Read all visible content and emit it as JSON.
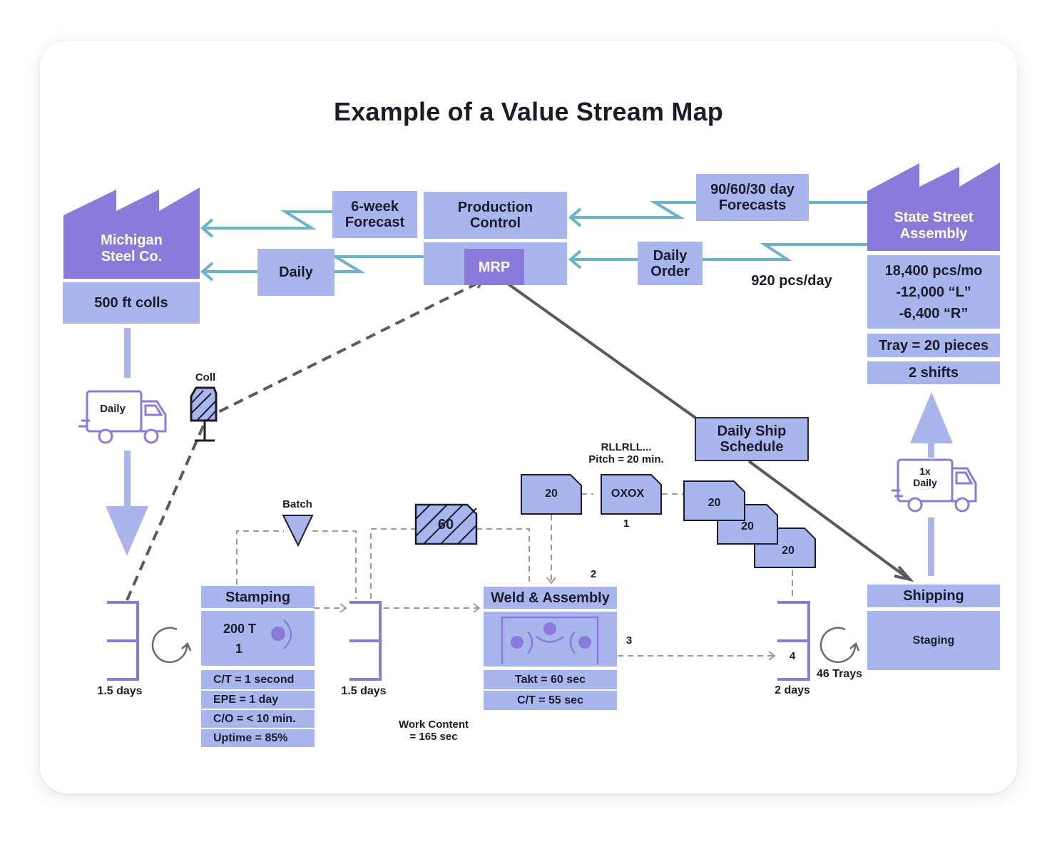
{
  "title": "Example of a Value Stream Map",
  "colors": {
    "box_fill": "#a9b6ee",
    "factory_fill": "#8a7bdb",
    "info_arrow": "#6ab4c8",
    "push_arrow": "#a9b6ee",
    "bracket": "#8a7bdb",
    "dark_line": "#5a5a5a"
  },
  "supplier": {
    "name_line1": "Michigan",
    "name_line2": "Steel Co.",
    "data": "500 ft colls"
  },
  "customer": {
    "name_line1": "State Street",
    "name_line2": "Assembly",
    "demand_1": "18,400 pcs/mo",
    "demand_2": "-12,000 “L”",
    "demand_3": "-6,400 “R”",
    "tray": "Tray = 20 pieces",
    "shifts": "2 shifts"
  },
  "production_control": {
    "label_line1": "Production",
    "label_line2": "Control",
    "mrp": "MRP"
  },
  "info_flows": {
    "six_week_line1": "6-week",
    "six_week_line2": "Forecast",
    "daily": "Daily",
    "forecasts_line1": "90/60/30 day",
    "forecasts_line2": "Forecasts",
    "daily_order_line1": "Daily",
    "daily_order_line2": "Order",
    "rate": "920 pcs/day",
    "ship_schedule_line1": "Daily Ship",
    "ship_schedule_line2": "Schedule"
  },
  "trucks": {
    "inbound": "Daily",
    "outbound_line1": "1x",
    "outbound_line2": "Daily"
  },
  "signals": {
    "coil": "Coll",
    "batch": "Batch",
    "batch_kanban": "60"
  },
  "heijunka": {
    "sequence": "RLLRLL...",
    "pitch": "Pitch = 20 min.",
    "card_a": "20",
    "card_b": "OXOX",
    "card_c": "20",
    "card_d": "20",
    "card_e": "20",
    "num_1": "1",
    "num_2": "2",
    "num_3": "3",
    "num_4": "4"
  },
  "inventory": {
    "raw": "1.5 days",
    "wip": "1.5 days",
    "finished": "2 days",
    "trays": "46 Trays"
  },
  "stamping": {
    "name": "Stamping",
    "press": "200 T",
    "operators": "1",
    "ct": "C/T = 1 second",
    "epe": "EPE = 1 day",
    "co": "C/O = < 10 min.",
    "uptime": "Uptime = 85%"
  },
  "weld": {
    "name": "Weld & Assembly",
    "takt": "Takt = 60 sec",
    "ct": "C/T = 55 sec"
  },
  "work_content_line1": "Work Content",
  "work_content_line2": "= 165 sec",
  "shipping": {
    "name": "Shipping",
    "staging": "Staging"
  }
}
